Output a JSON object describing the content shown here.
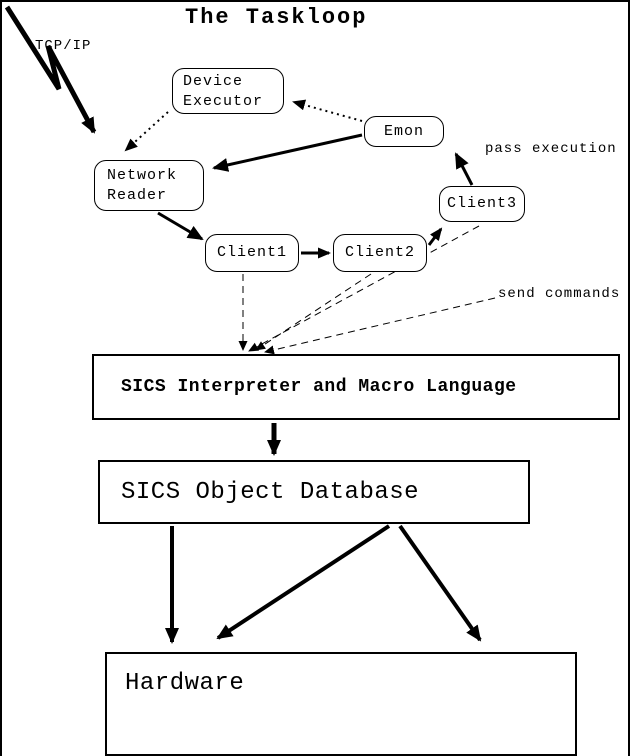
{
  "title": "The Taskloop",
  "annotations": {
    "tcpip": "TCP/IP",
    "pass_execution": "pass execution",
    "send_commands": "send commands"
  },
  "nodes": {
    "device_executor": "Device\nExecutor",
    "emon": "Emon",
    "network_reader": "Network\nReader",
    "client1": "Client1",
    "client2": "Client2",
    "client3": "Client3"
  },
  "boxes": {
    "interpreter": "SICS Interpreter and Macro Language",
    "database": "SICS Object Database",
    "hardware": "Hardware"
  },
  "edges": [
    "tcpip-lightning-to-network-reader",
    "device-executor-to-network-reader-dotted",
    "emon-to-device-executor-dotted",
    "emon-to-network-reader",
    "network-reader-to-client1",
    "client1-to-client2",
    "client2-to-client3",
    "client3-to-emon-pass-execution",
    "client1-to-interpreter-dashed",
    "client2-to-interpreter-dashed",
    "client3-to-interpreter-dashed",
    "send-commands-to-interpreter-dashed",
    "interpreter-to-database",
    "database-to-hardware-left",
    "database-to-hardware-middle",
    "database-to-hardware-right"
  ],
  "colors": {
    "ink": "#000000",
    "background": "#ffffff"
  }
}
